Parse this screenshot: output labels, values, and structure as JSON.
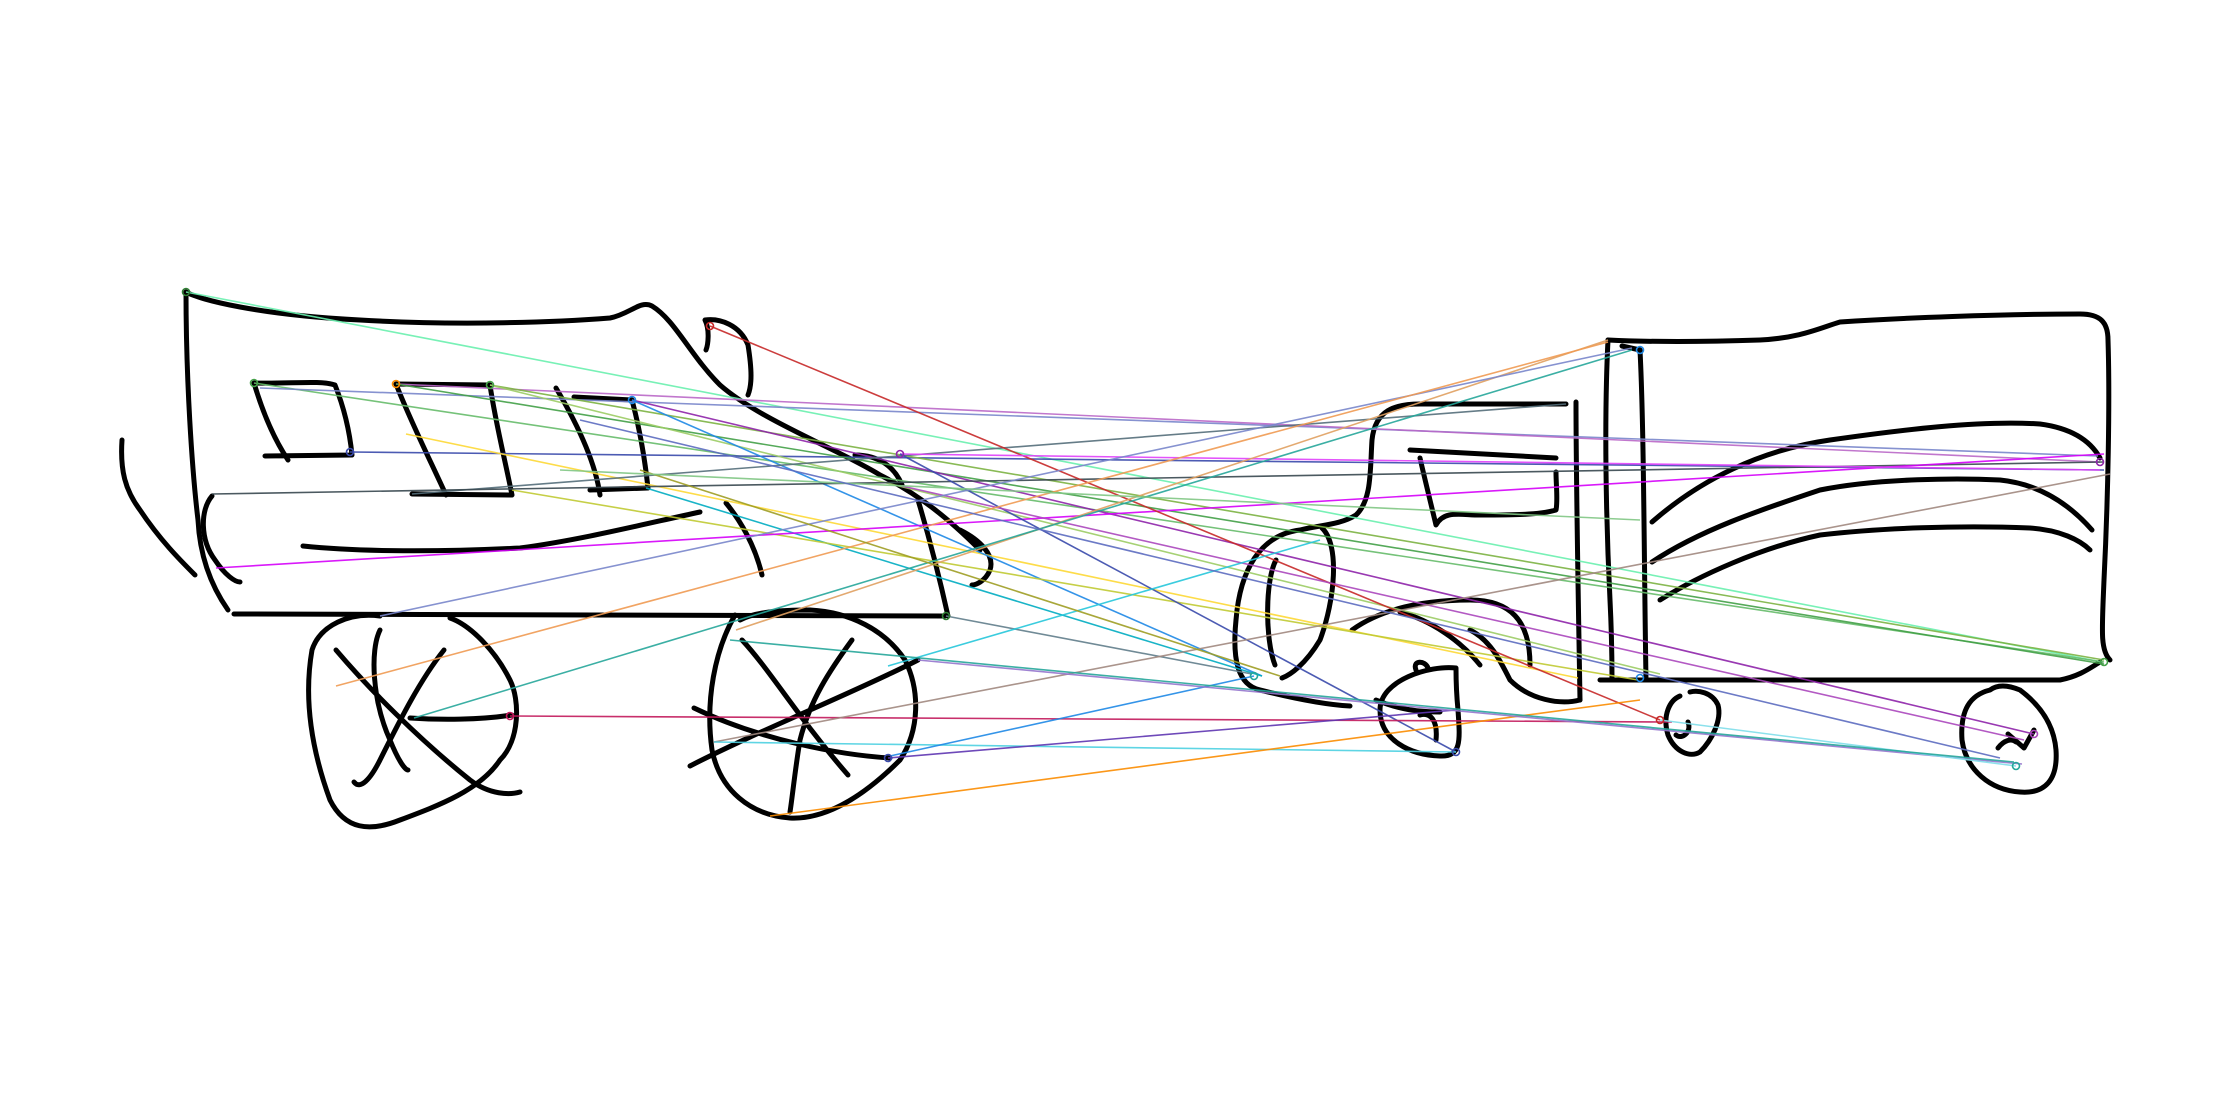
{
  "figure": {
    "description_kind": "sketch-correspondence",
    "left_sketch": "bus",
    "right_sketch": "truck",
    "correspondence_count": 46,
    "palette": [
      "#2e7d32",
      "#43a047",
      "#66bb6a",
      "#9ccc65",
      "#c0ca33",
      "#fdd835",
      "#ffb300",
      "#fb8c00",
      "#f4511e",
      "#e53935",
      "#c2185b",
      "#d81b60",
      "#8e24aa",
      "#5e35b1",
      "#3949ab",
      "#1e88e5",
      "#039be5",
      "#00acc1",
      "#26a69a",
      "#7cb342",
      "#6d4c41",
      "#546e7a",
      "#7986cb",
      "#ba68c8",
      "#4dd0e1",
      "#80deea",
      "#a1887f",
      "#9575cd"
    ]
  }
}
